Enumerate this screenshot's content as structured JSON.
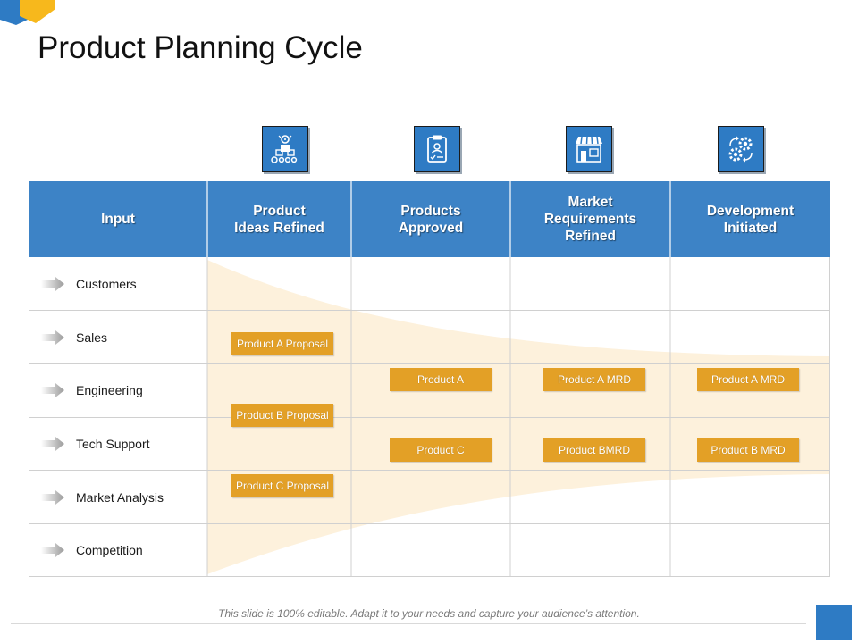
{
  "slide": {
    "title": "Product Planning Cycle",
    "footer_note": "This slide is 100% editable. Adapt it to your needs and capture your audience’s attention."
  },
  "colors": {
    "header_blue": "#3d83c6",
    "icon_blue": "#2e7bc4",
    "chip_orange": "#e3a026",
    "funnel_beige": "#fdf1dc",
    "accent_yellow": "#f7b81c"
  },
  "icons": [
    "product-idea-icon",
    "approval-clipboard-icon",
    "market-store-icon",
    "development-gears-icon"
  ],
  "table": {
    "headers": [
      "Input",
      "Product\nIdeas Refined",
      "Products\nApproved",
      "Market\nRequirements\nRefined",
      "Development\nInitiated"
    ],
    "rows": [
      "Customers",
      "Sales",
      "Engineering",
      "Tech Support",
      "Market Analysis",
      "Competition"
    ]
  },
  "chips": {
    "ideas": [
      "Product A Proposal",
      "Product B Proposal",
      "Product C Proposal"
    ],
    "approved": [
      "Product A",
      "Product C"
    ],
    "mrd": [
      "Product A MRD",
      "Product BMRD"
    ],
    "development": [
      "Product A MRD",
      "Product B MRD"
    ]
  }
}
